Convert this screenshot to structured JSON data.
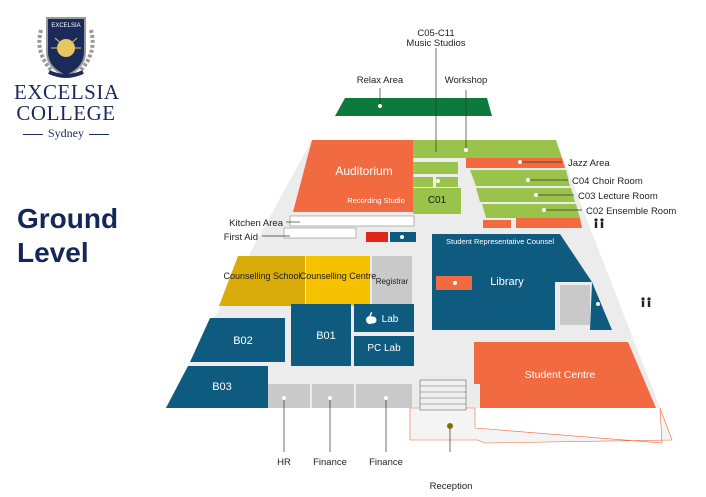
{
  "logo": {
    "line1": "EXCELSIA",
    "line2": "COLLEGE",
    "line3": "Sydney",
    "crest_banner": "EXCELSIA"
  },
  "heading": {
    "line1": "Ground",
    "line2": "Level"
  },
  "colors": {
    "orange": "#f26a3f",
    "green": "#9ac34b",
    "dark_green": "#0b7a3c",
    "blue": "#0f5a7f",
    "yellow": "#f6c200",
    "mustard": "#d9ac0c",
    "gray": "#c9c9c9"
  },
  "rooms": {
    "auditorium": "Auditorium",
    "recording_studio": "Recording Studio",
    "c01": "C01",
    "counselling_school": "Counselling School",
    "counselling_centre": "Counselling Centre",
    "registrar": "Registrar",
    "student_rep": "Student Representative Counsel",
    "library": "Library",
    "b01": "B01",
    "b02": "B02",
    "b03": "B03",
    "mac_lab": "Lab",
    "pc_lab": "PC Lab",
    "student_centre": "Student Centre"
  },
  "callouts": {
    "music_studios_code": "C05-C11",
    "music_studios": "Music Studios",
    "relax_area": "Relax Area",
    "workshop": "Workshop",
    "jazz_area": "Jazz Area",
    "c04": "C04 Choir Room",
    "c03": "C03 Lecture Room",
    "c02": "C02 Ensemble Room",
    "kitchen_area": "Kitchen Area",
    "first_aid": "First Aid",
    "hr": "HR",
    "finance_1": "Finance",
    "finance_2": "Finance",
    "reception": "Reception"
  },
  "icons": {
    "restroom_top": "restroom-icon",
    "restroom_right": "restroom-icon",
    "apple": "apple-logo-icon"
  }
}
